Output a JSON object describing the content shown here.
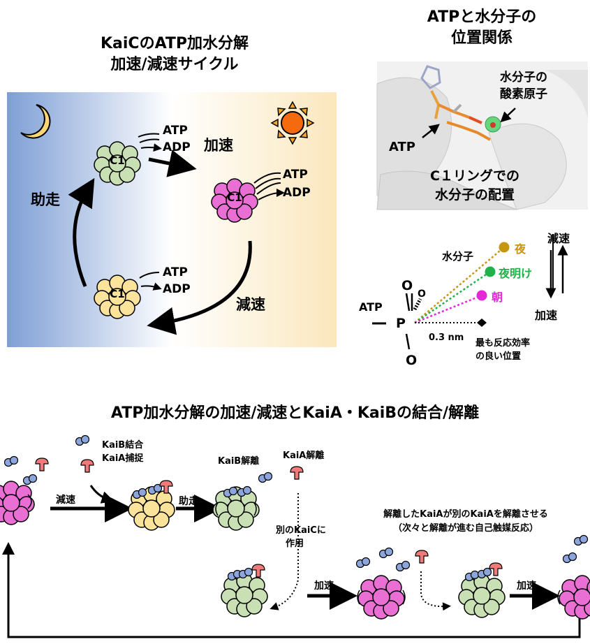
{
  "panel_a": {
    "title_line1": "KaiCのATP加水分解",
    "title_line2": "加速/減速サイクル",
    "hexamer_label": "C1",
    "atp": "ATP",
    "adp": "ADP",
    "accel": "加速",
    "decel": "減速",
    "idle": "助走",
    "icons": [
      "moon-icon",
      "sun-icon"
    ],
    "colors": {
      "night": "#7f9fd6",
      "day": "#fbe9c2",
      "green": "#c9e0b4",
      "pink": "#e96fd5",
      "yellow": "#fbe39c"
    }
  },
  "panel_b": {
    "title_line1": "ATPと水分子の",
    "title_line2": "位置関係",
    "water_oxygen_line1": "水分子の",
    "water_oxygen_line2": "酸素原子",
    "atp": "ATP",
    "caption_line1": "C１リングでの",
    "caption_line2": "水分子の配置"
  },
  "panel_c": {
    "water": "水分子",
    "night": "夜",
    "dawn": "夜明け",
    "morning": "朝",
    "decel": "減速",
    "accel": "加速",
    "atp": "ATP",
    "p": "P",
    "o": "O",
    "distance": "0.3 nm",
    "best_line1": "最も反応効率",
    "best_line2": "の良い位置",
    "colors": {
      "night": "#c7950f",
      "dawn": "#1fb24a",
      "morning": "#e428d8"
    }
  },
  "panel_d": {
    "title": "ATP加水分解の加速/減速とKaiA・KaiBの結合/解離",
    "kaib_bind": "KaiB結合",
    "kaia_capture": "KaiA捕捉",
    "decel": "減速",
    "idle": "助走",
    "kaib_release": "KaiB解離",
    "kaia_release": "KaiA解離",
    "other_kaic_line1": "別のKaiCに",
    "other_kaic_line2": "作用",
    "accel": "加速",
    "accel2": "加速",
    "catalysis_line1": "解離したKaiAが別のKaiAを解離させる",
    "catalysis_line2": "（次々と解離が進む自己触媒反応）"
  }
}
